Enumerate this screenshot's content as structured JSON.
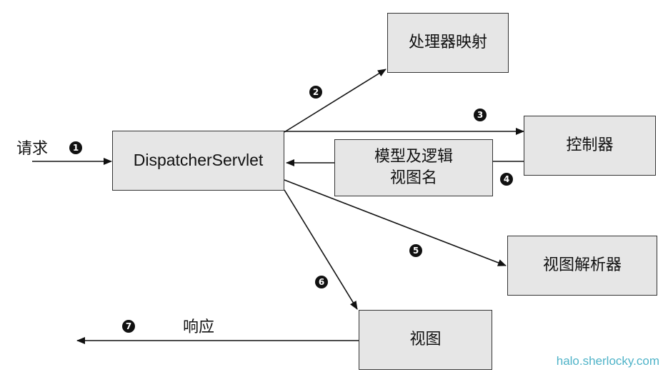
{
  "nodes": {
    "dispatcher": "DispatcherServlet",
    "handler_mapping": "处理器映射",
    "controller": "控制器",
    "model_view_line1": "模型及逻辑",
    "model_view_line2": "视图名",
    "view_resolver": "视图解析器",
    "view": "视图"
  },
  "labels": {
    "request": "请求",
    "response": "响应"
  },
  "steps": [
    "1",
    "2",
    "3",
    "4",
    "5",
    "6",
    "7"
  ],
  "watermark": "halo.sherlocky.com"
}
